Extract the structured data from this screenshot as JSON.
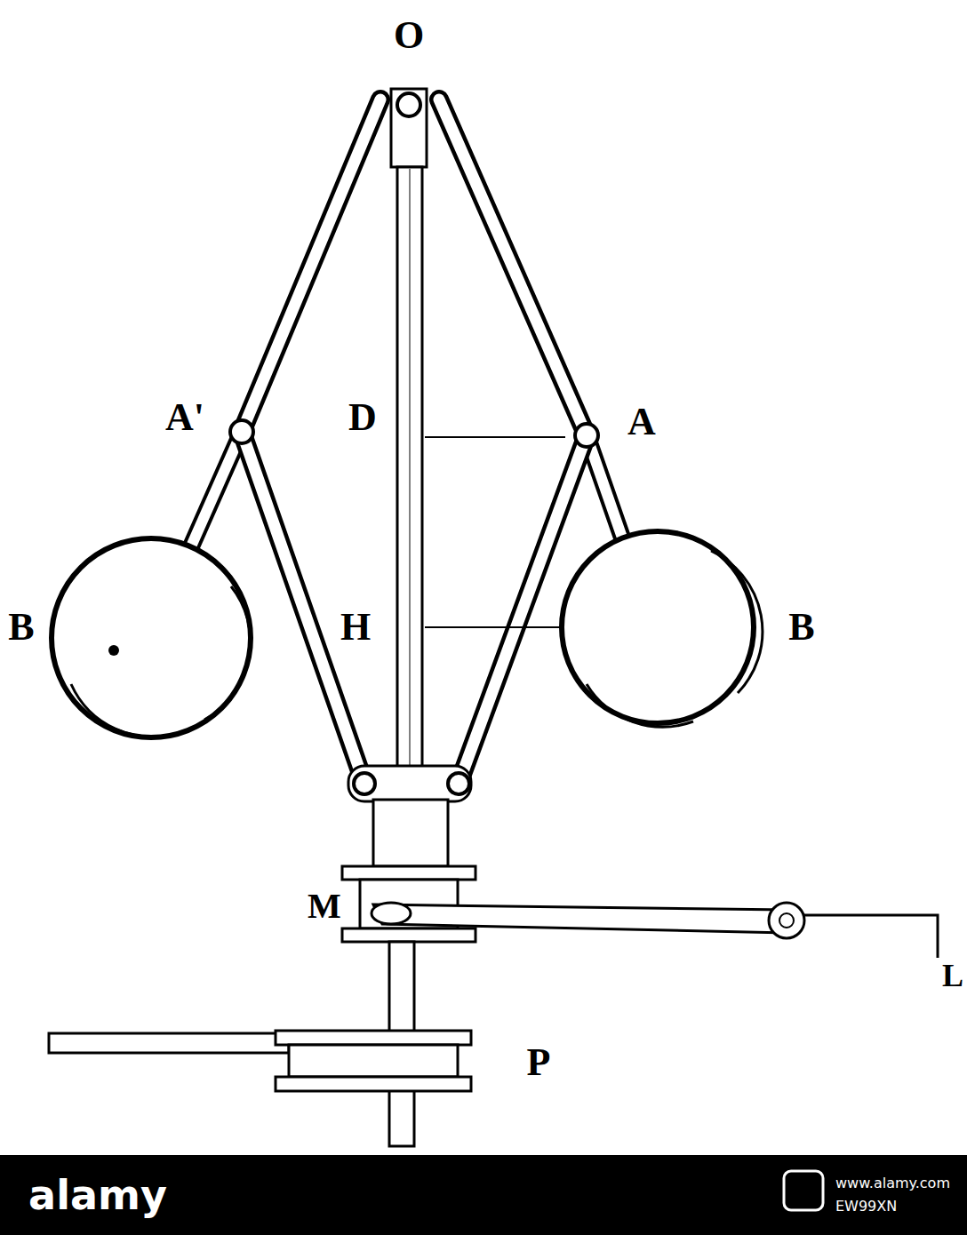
{
  "diagram": {
    "labels": [
      "O",
      "A'",
      "D",
      "A",
      "B",
      "H",
      "B",
      "M",
      "L",
      "P",
      "alamy",
      "www.alamy.com",
      "EW99XN"
    ]
  }
}
